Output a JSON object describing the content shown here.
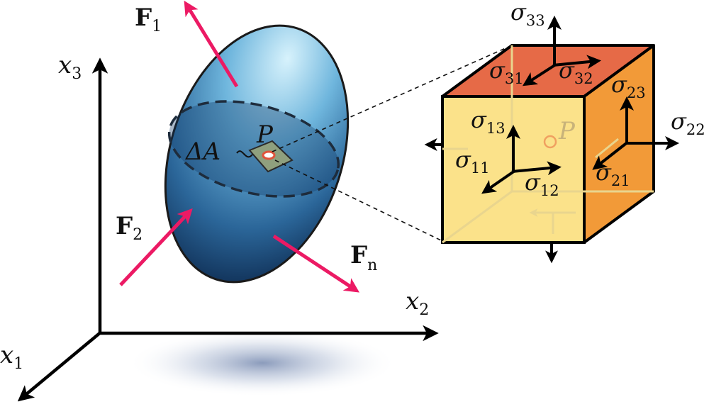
{
  "axes": {
    "x1": {
      "base": "x",
      "sub": "1"
    },
    "x2": {
      "base": "x",
      "sub": "2"
    },
    "x3": {
      "base": "x",
      "sub": "3"
    }
  },
  "forces": {
    "F1": {
      "base": "F",
      "sub": "1"
    },
    "F2": {
      "base": "F",
      "sub": "2"
    },
    "Fn": {
      "base": "F",
      "sub": "n"
    }
  },
  "surface": {
    "area_label": "ΔA",
    "point_label": "P"
  },
  "cube": {
    "point_label": "P",
    "stresses": {
      "s11": {
        "base": "σ",
        "sub": "11"
      },
      "s12": {
        "base": "σ",
        "sub": "12"
      },
      "s13": {
        "base": "σ",
        "sub": "13"
      },
      "s21": {
        "base": "σ",
        "sub": "21"
      },
      "s22": {
        "base": "σ",
        "sub": "22"
      },
      "s23": {
        "base": "σ",
        "sub": "23"
      },
      "s31": {
        "base": "σ",
        "sub": "31"
      },
      "s32": {
        "base": "σ",
        "sub": "32"
      },
      "s33": {
        "base": "σ",
        "sub": "33"
      }
    }
  },
  "colors": {
    "force_arrow": "#ec1a64",
    "ellipsoid_light": "#bfe6f7",
    "ellipsoid_dark": "#0d2a52",
    "cube_front": "#fbe28a",
    "cube_top": "#e66a47",
    "cube_side": "#f29a38",
    "axis": "#000000"
  }
}
